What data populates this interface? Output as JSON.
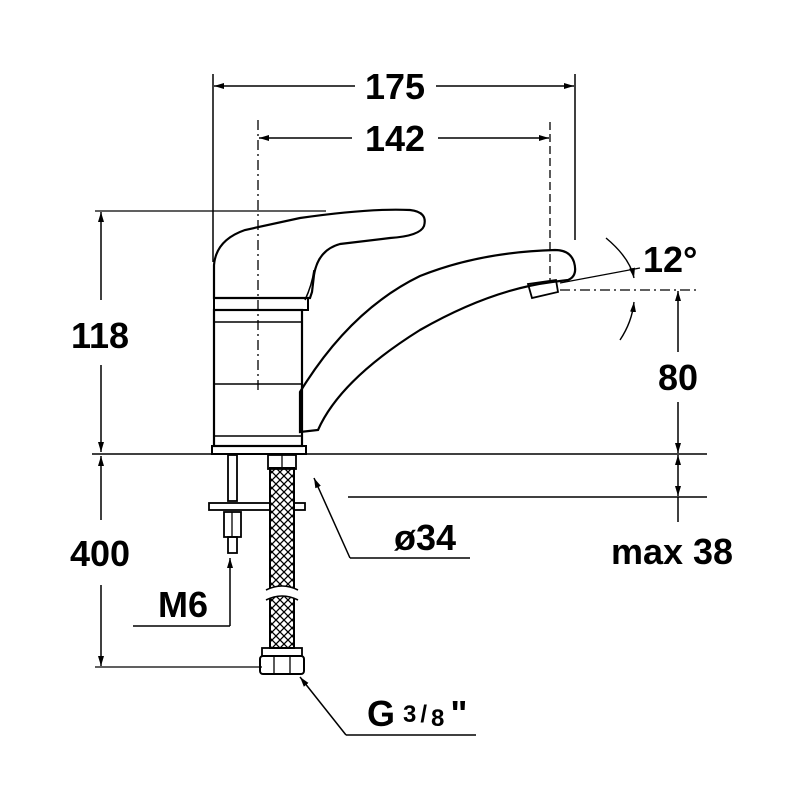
{
  "dimensions": {
    "overall_width": "175",
    "lever_to_spout": "142",
    "body_height": "118",
    "spout_angle": "12°",
    "spout_height": "80",
    "hose_length": "400",
    "max_thickness": "max 38",
    "hole_diameter": "ø34",
    "stud_thread": "M6",
    "connector_prefix": "G",
    "connector_num": "3",
    "connector_den": "8",
    "connector_suffix": "\""
  }
}
